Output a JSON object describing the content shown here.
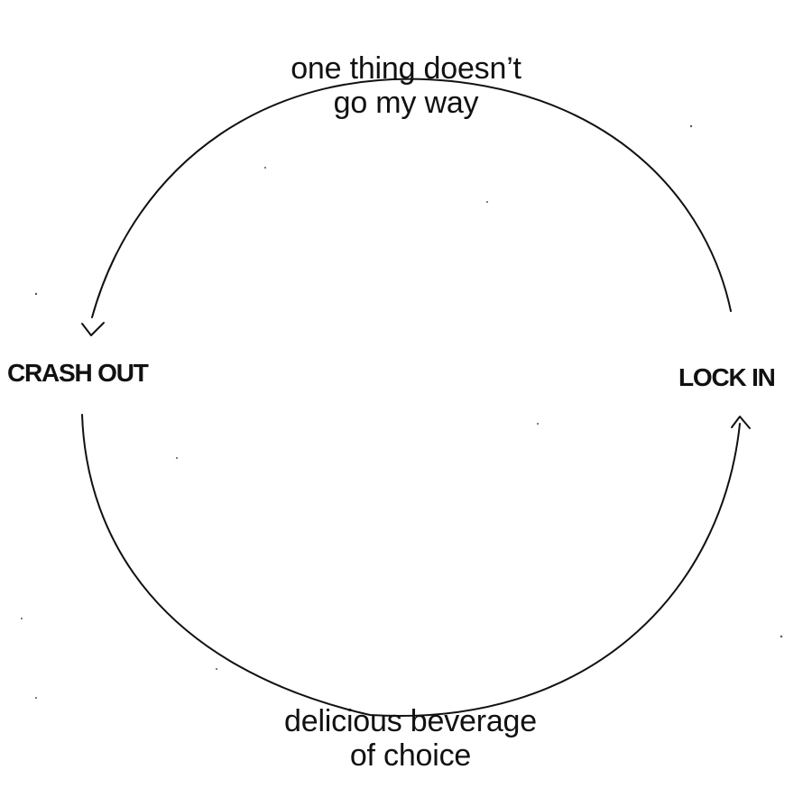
{
  "diagram": {
    "top_label": [
      "one thing doesn’t",
      "go my way"
    ],
    "left_label": "CRASH OUT",
    "right_label": "LOCK IN",
    "bottom_label": [
      "delicious beverage",
      "of choice"
    ],
    "line_color": "#111111",
    "background_color": "#ffffff"
  }
}
